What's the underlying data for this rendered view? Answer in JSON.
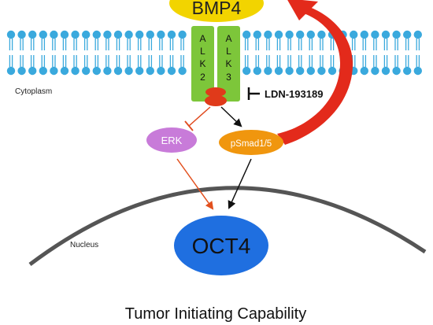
{
  "ligand": {
    "label": "BMP4",
    "color": "#f2d400"
  },
  "receptors": [
    {
      "letters": [
        "A",
        "L",
        "K",
        "2"
      ],
      "color": "#7dc63a"
    },
    {
      "letters": [
        "A",
        "L",
        "K",
        "3"
      ],
      "color": "#7dc63a"
    }
  ],
  "inhibitor": {
    "label": "LDN-193189"
  },
  "compartments": {
    "cytoplasm": "Cytoplasm",
    "nucleus": "Nucleus"
  },
  "nodes": {
    "erk": {
      "label": "ERK",
      "color": "#c87bd9"
    },
    "psmad": {
      "label": "pSmad1/5",
      "color": "#f0960e"
    },
    "oct4": {
      "label": "OCT4",
      "color": "#1f6fe0"
    }
  },
  "outcome": {
    "title": "Tumor Initiating Capability"
  },
  "colors": {
    "membrane_head": "#3aa9dd",
    "activation_red": "#e23b1e",
    "kinase_red": "#e03a1a",
    "feedback_red": "#e32a1b",
    "nucleus_line": "#555555"
  }
}
